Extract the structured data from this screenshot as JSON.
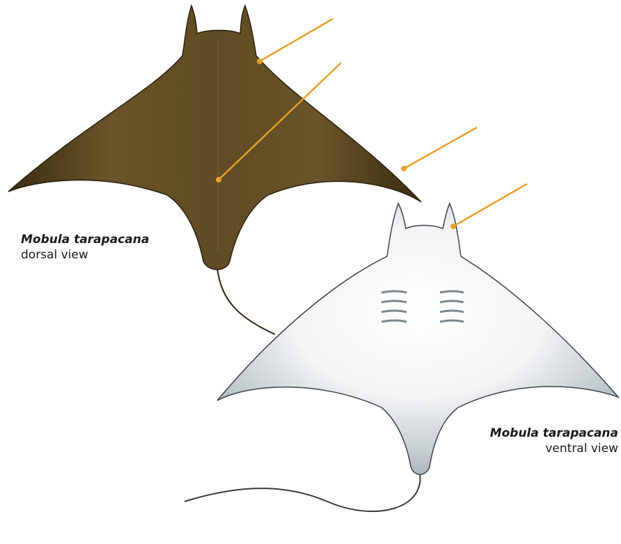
{
  "captions": {
    "dorsal": {
      "species": "Mobula tarapacana",
      "view": "dorsal view"
    },
    "ventral": {
      "species": "Mobula tarapacana",
      "view": "ventral view"
    }
  },
  "colors": {
    "dorsal_skin": "#5f4b24",
    "dorsal_shade": "#3b2d13",
    "ventral_skin": "#e6ebec",
    "ventral_shade": "#9aa6ac",
    "pointer_line": "#e8a02a"
  }
}
